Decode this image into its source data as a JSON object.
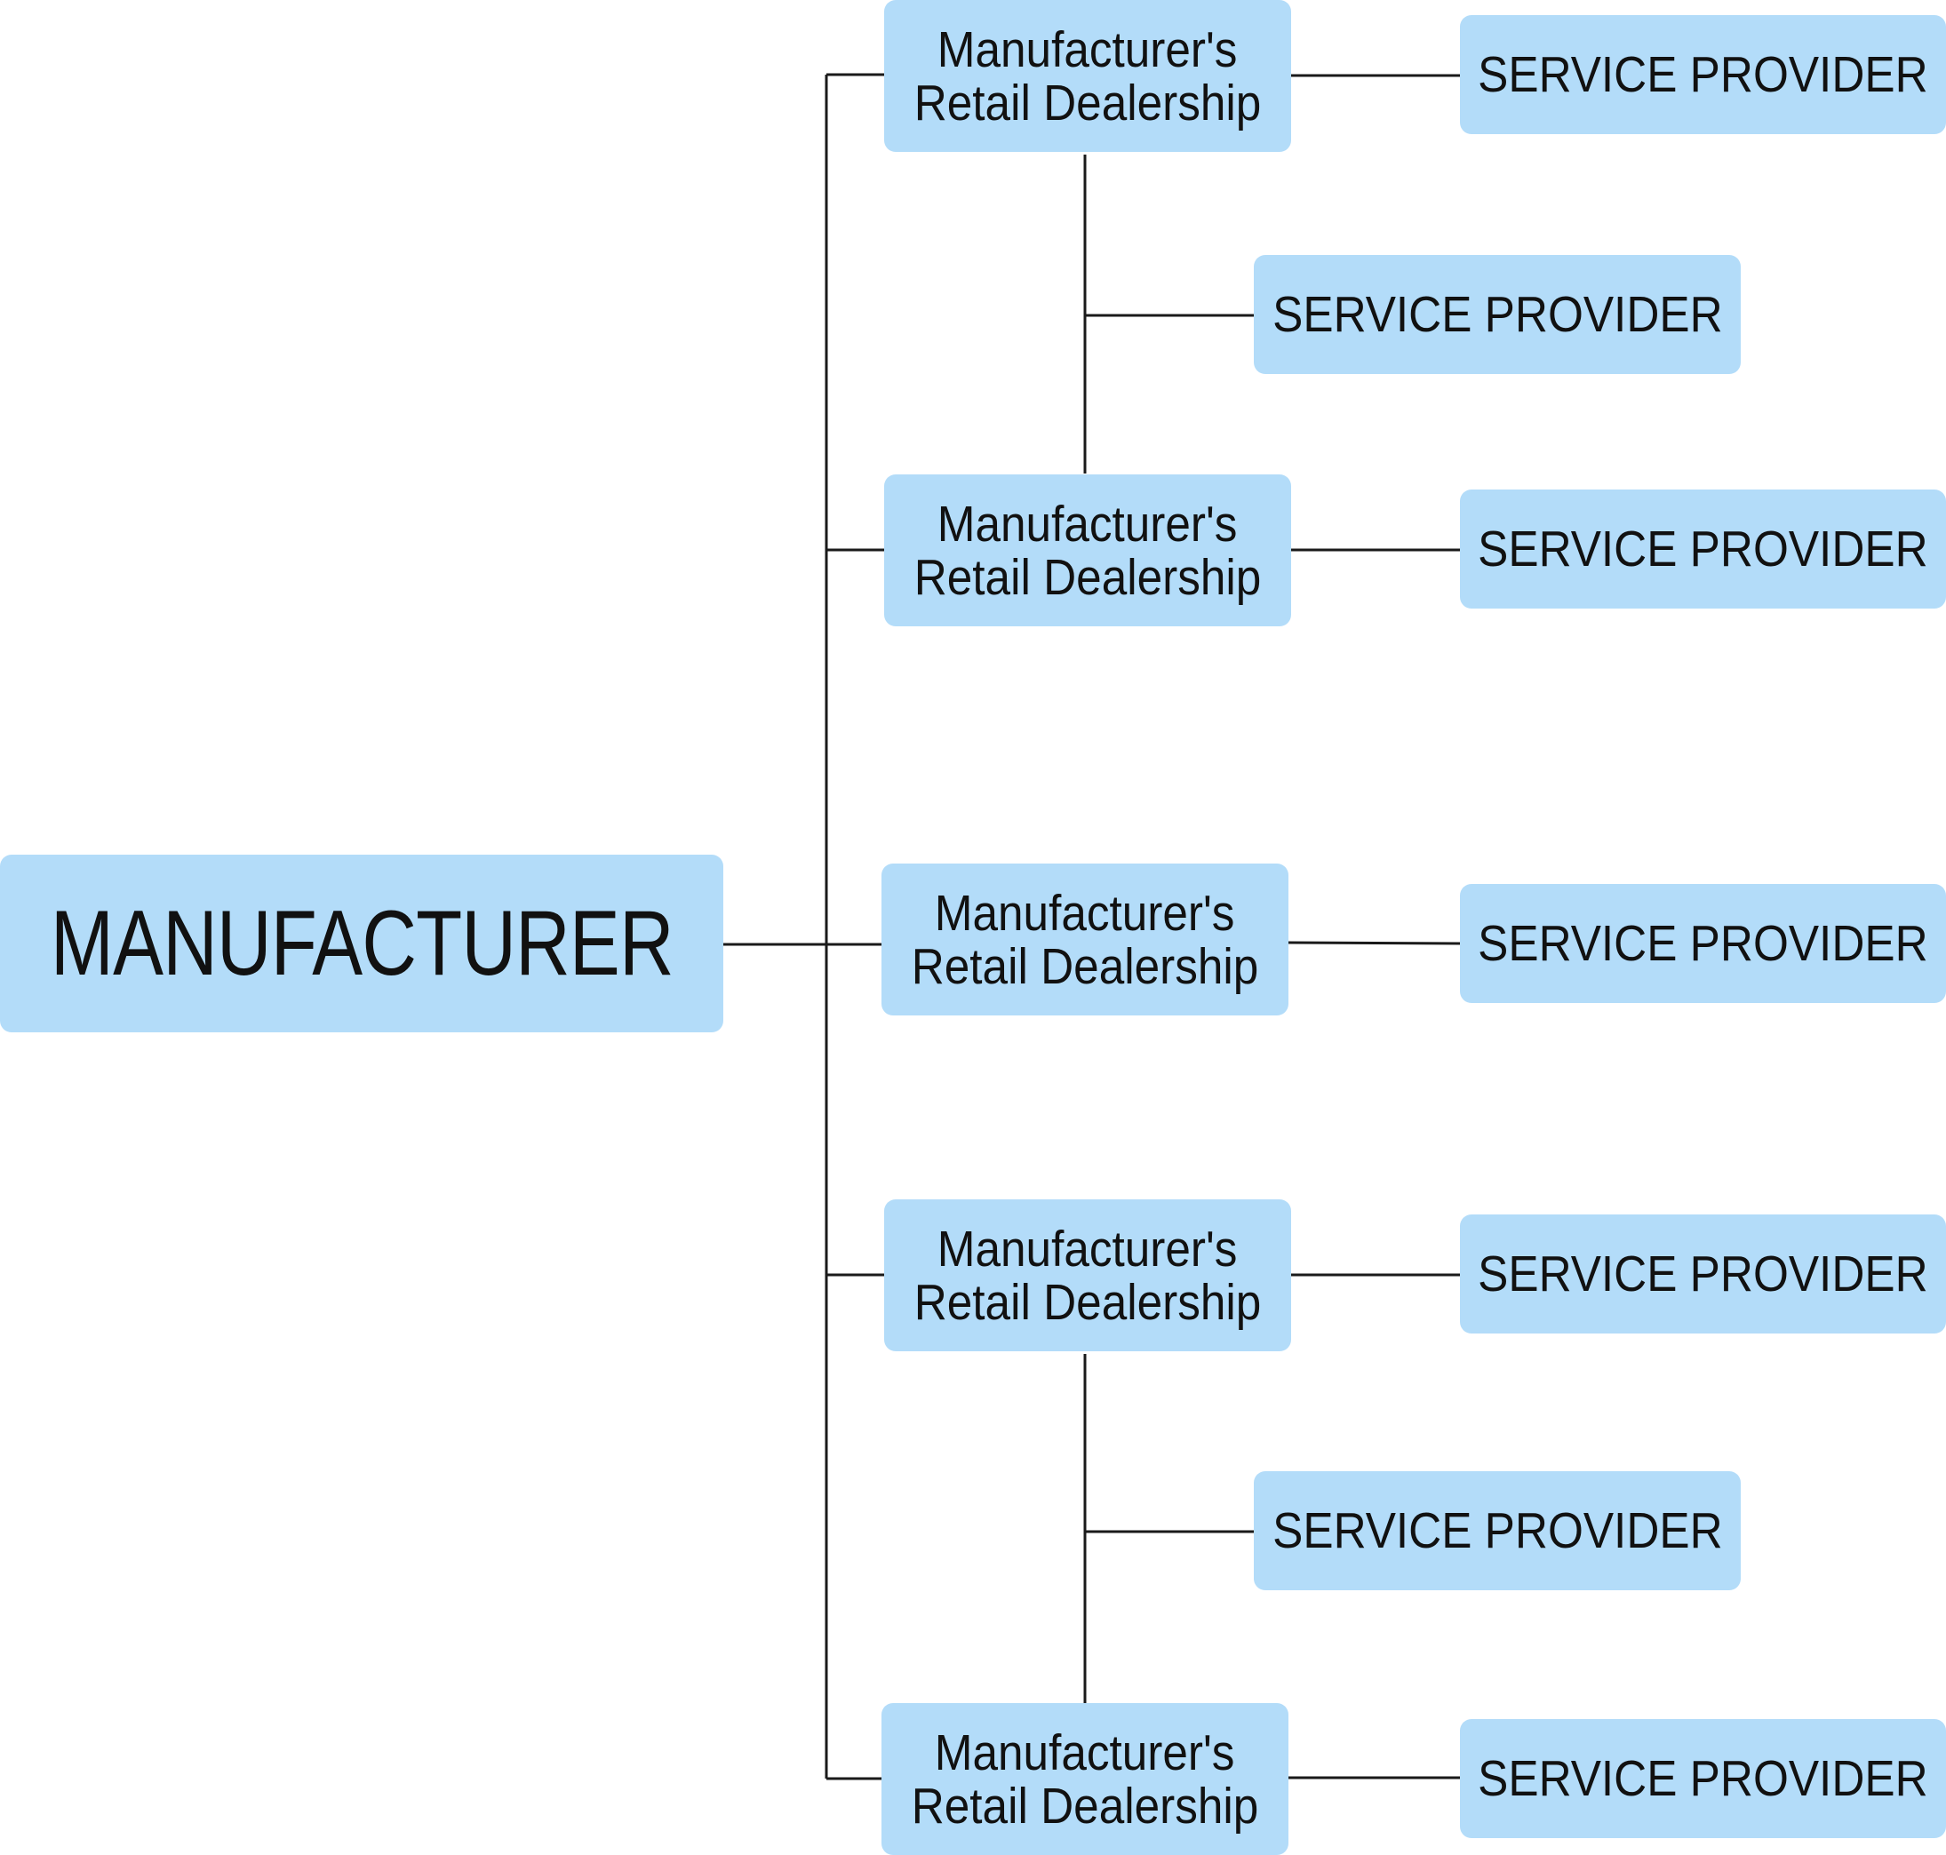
{
  "diagram": {
    "root": {
      "label": "MANUFACTURER"
    },
    "dealerships": [
      {
        "line1": "Manufacturer's",
        "line2": "Retail Dealership"
      },
      {
        "line1": "Manufacturer's",
        "line2": "Retail Dealership"
      },
      {
        "line1": "Manufacturer's",
        "line2": "Retail Dealership"
      },
      {
        "line1": "Manufacturer's",
        "line2": "Retail Dealership"
      },
      {
        "line1": "Manufacturer's",
        "line2": "Retail Dealership"
      }
    ],
    "service_providers": [
      {
        "label": "SERVICE PROVIDER"
      },
      {
        "label": "SERVICE PROVIDER"
      },
      {
        "label": "SERVICE PROVIDER"
      },
      {
        "label": "SERVICE PROVIDER"
      },
      {
        "label": "SERVICE PROVIDER"
      },
      {
        "label": "SERVICE PROVIDER"
      },
      {
        "label": "SERVICE PROVIDER"
      }
    ],
    "colors": {
      "box_fill": "#b3dcf9",
      "connector": "#1a1a1a",
      "text": "#111111"
    }
  }
}
